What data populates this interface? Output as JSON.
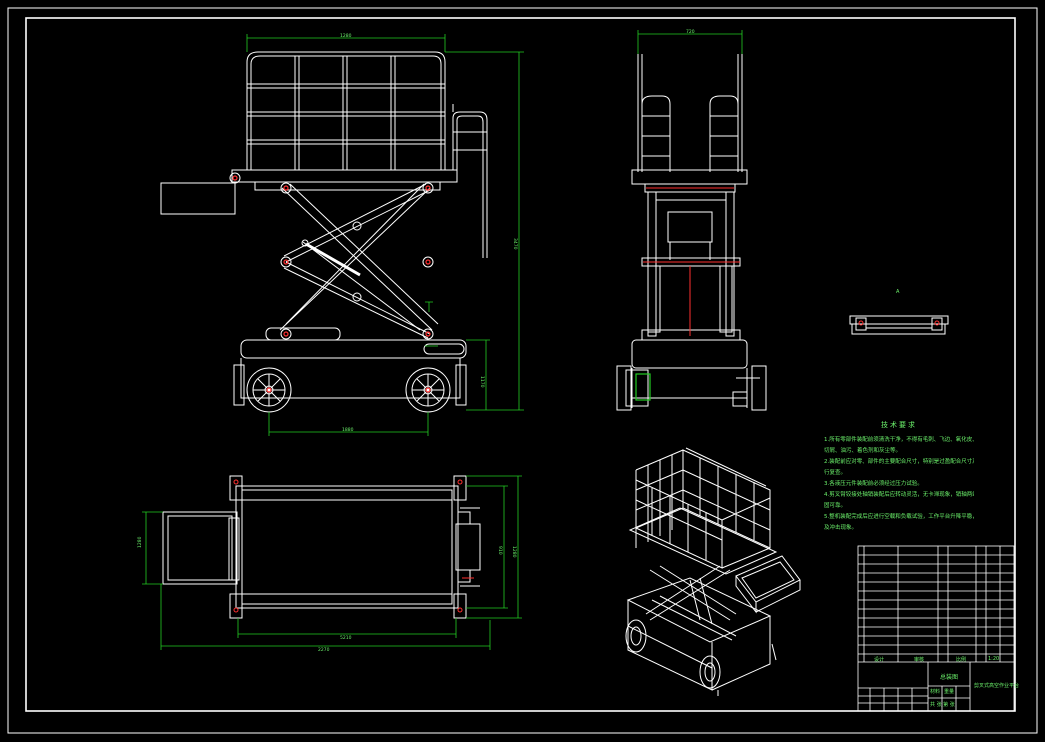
{
  "colors": {
    "background": "#000000",
    "line": "#ffffff",
    "dimension": "#22cc22",
    "accent_red": "#ff3030",
    "text": "#6cf36c"
  },
  "dimensions": {
    "front_width": "1280",
    "front_height": "3470",
    "front_base_height": "1170",
    "front_wheelbase": "1880",
    "side_width": "720",
    "top_width": "2270",
    "top_inner_width": "5210",
    "top_height_left": "1280",
    "top_height_right_a": "910",
    "top_height_right_b": "1280",
    "detail_label": "A"
  },
  "notes": {
    "title": "技术要求",
    "items": [
      "1.所有零部件装配前须清洗干净，不得有毛刺、飞边、氧化皮、锈蚀、",
      "  切屑、油污、着色剂和灰尘等。",
      "2.装配前应对零、部件的主要配合尺寸，特别是过盈配合尺寸及相关精度进",
      "  行复查。",
      "3.各液压元件装配前必须经过压力试验。",
      "4.剪叉臂铰接处轴销装配后应转动灵活，无卡滞现象，销轴两端挡圈装配牢",
      "  固可靠。",
      "5.整机装配完成后应进行空载和负载试验，工作平台升降平稳，无异常噪声",
      "  及冲击现象。"
    ]
  },
  "title_block": {
    "drawing_name": "总装图",
    "subtitle": "剪叉式高空作业平台",
    "label_design": "设计",
    "label_check": "审核",
    "label_scale": "比例",
    "label_sheet": "共 张 第 张",
    "material_label": "材料",
    "weight_label": "重量",
    "ratio": "1:20"
  }
}
